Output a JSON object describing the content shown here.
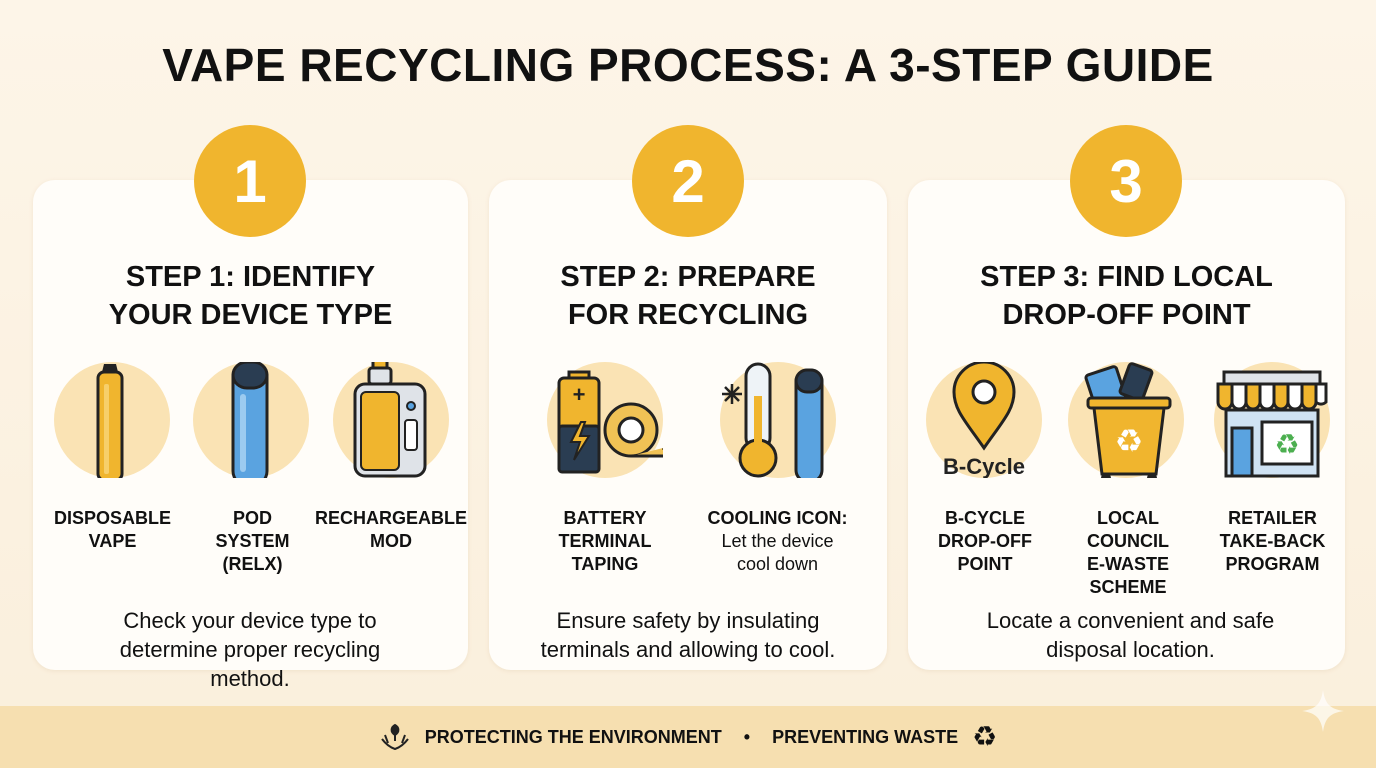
{
  "title": "VAPE RECYCLING PROCESS: A 3-STEP GUIDE",
  "steps": [
    {
      "number": "1",
      "title_line1": "STEP 1: IDENTIFY",
      "title_line2": "YOUR DEVICE TYPE",
      "items": [
        {
          "icon": "disposable-vape-icon",
          "line1": "DISPOSABLE",
          "line2": "VAPE",
          "line3": ""
        },
        {
          "icon": "pod-system-icon",
          "line1": "POD",
          "line2": "SYSTEM",
          "line3": "(RELX)"
        },
        {
          "icon": "rechargeable-mod-icon",
          "line1": "RECHARGEABLE",
          "line2": "MOD",
          "line3": ""
        }
      ],
      "desc_line1": "Check your device type to",
      "desc_line2": "determine proper recycling",
      "desc_line3": "method."
    },
    {
      "number": "2",
      "title_line1": "STEP 2: PREPARE",
      "title_line2": "FOR RECYCLING",
      "items": [
        {
          "icon": "battery-tape-icon",
          "line1": "BATTERY",
          "line2": "TERMINAL",
          "line3": "TAPING"
        },
        {
          "icon": "cooling-thermometer-icon",
          "line1": "COOLING ICON:",
          "line2": "Let the device",
          "line3": "cool down"
        }
      ],
      "desc_line1": "Ensure safety by insulating",
      "desc_line2": "terminals and allowing to cool."
    },
    {
      "number": "3",
      "title_line1": "STEP 3: FIND LOCAL",
      "title_line2": "DROP-OFF POINT",
      "items": [
        {
          "icon": "location-pin-icon",
          "pin_text": "B-Cycle",
          "line1": "B-CYCLE",
          "line2": "DROP-OFF",
          "line3": "POINT",
          "line4": ""
        },
        {
          "icon": "recycling-bin-icon",
          "line1": "LOCAL",
          "line2": "COUNCIL",
          "line3": "E-WASTE",
          "line4": "SCHEME"
        },
        {
          "icon": "store-icon",
          "line1": "RETAILER",
          "line2": "TAKE-BACK",
          "line3": "PROGRAM",
          "line4": ""
        }
      ],
      "desc_line1": "Locate a convenient and safe",
      "desc_line2": "disposal location."
    }
  ],
  "footer": {
    "left_text": "PROTECTING THE ENVIRONMENT",
    "separator": "•",
    "right_text": "PREVENTING WASTE"
  },
  "colors": {
    "accent": "#f0b52e",
    "icon_bg": "#fae3b4",
    "footer_bg": "#f6dfb0",
    "background": "#fbf1e0"
  }
}
